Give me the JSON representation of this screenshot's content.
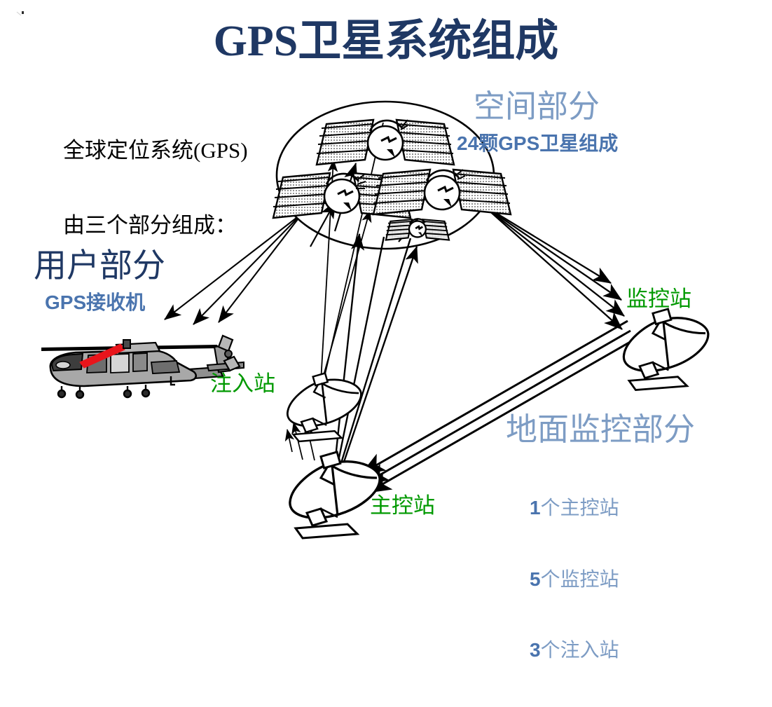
{
  "page": {
    "title": "GPS卫星系统组成",
    "background": "#ffffff"
  },
  "colors": {
    "title_navy": "#1f3864",
    "heading_blue": "#7d9cc4",
    "accent_blue": "#4a74ae",
    "station_green": "#009900",
    "body_black": "#000000",
    "line_black": "#000000",
    "helicopter_body": "#9b9b9b",
    "helicopter_dark": "#4d4d4d",
    "helicopter_stripe": "#e8151b"
  },
  "intro": {
    "line1": "全球定位系统(GPS)",
    "line2": "由三个部分组成："
  },
  "space_segment": {
    "title": "空间部分",
    "subtitle": "24颗GPS卫星组成",
    "satellite_count": 4
  },
  "user_segment": {
    "title": "用户部分",
    "subtitle": "GPS接收机",
    "device": "helicopter"
  },
  "ground_segment": {
    "title": "地面监控部分",
    "items": [
      {
        "count": "1",
        "label": "个主控站"
      },
      {
        "count": "5",
        "label": "个监控站"
      },
      {
        "count": "3",
        "label": "个注入站"
      }
    ]
  },
  "stations": {
    "upload": "注入站",
    "master": "主控站",
    "monitor": "监控站"
  },
  "icons": {
    "satellite": "satellite-icon",
    "dish": "satellite-dish-icon",
    "helicopter": "helicopter-icon",
    "orbit": "orbit-ellipse-icon",
    "arrow": "signal-arrow-icon"
  }
}
